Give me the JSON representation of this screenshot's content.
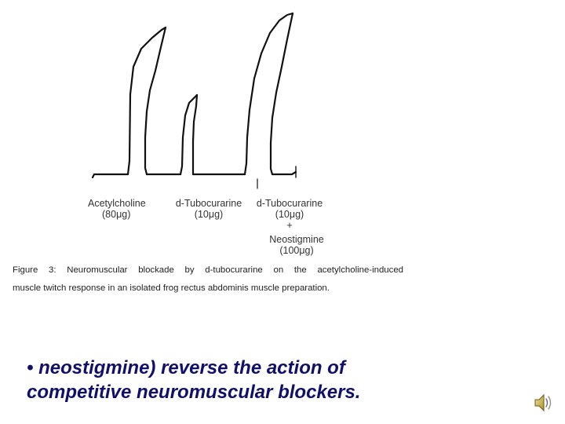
{
  "figure": {
    "labels": {
      "ach_name": "Acetylcholine",
      "ach_dose": "(80μg)",
      "dtc1_name": "d-Tubocurarine",
      "dtc1_dose": "(10μg)",
      "dtc2_name": "d-Tubocurarine",
      "dtc2_dose": "(10μg)",
      "plus": "+",
      "neo_name": "Neostigmine",
      "neo_dose": "(100μg)"
    },
    "caption_line1": "Figure 3: Neuromuscular blockade by d-tubocurarine on the acetylcholine-induced",
    "caption_line2": "muscle twitch response in an isolated frog rectus abdominis muscle preparation."
  },
  "slide": {
    "bullet_line1": "• neostigmine) reverse the action of",
    "bullet_line2": "competitive neuromuscular blockers."
  },
  "icons": {
    "sound": "speaker-icon"
  }
}
